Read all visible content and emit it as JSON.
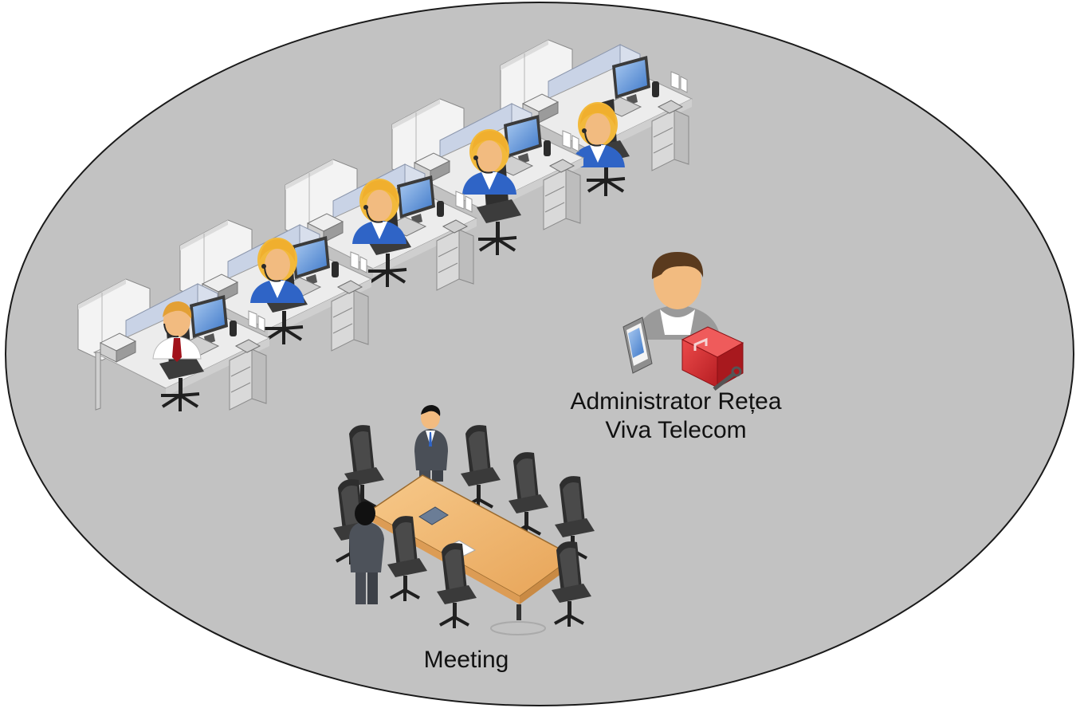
{
  "diagram": {
    "colors": {
      "zone_fill": "#c2c2c2",
      "zone_stroke": "#1a1a1a",
      "cubicle_panel": "#f2f2f2",
      "cubicle_partition": "#c9d3e6",
      "desk": "#e9e9e9",
      "agent_shirt_female": "#2f64c6",
      "agent_hair": "#f2b93b",
      "skin": "#f2bb80",
      "chair": "#3a3a3a",
      "monitor_screen": "#5c93d8",
      "table_top": "#f0b46c",
      "toolbox": "#d3262a",
      "suit": "#4a4f57"
    },
    "workstations": [
      {
        "agent": "male-agent-tie"
      },
      {
        "agent": "female-agent-headset"
      },
      {
        "agent": "female-agent-headset"
      },
      {
        "agent": "female-agent-headset"
      },
      {
        "agent": "female-agent-headset"
      }
    ],
    "admin": {
      "label_line1": "Administrator Rețea",
      "label_line2": "Viva Telecom",
      "icons": [
        "person-icon",
        "smartphone-icon",
        "toolbox-icon"
      ]
    },
    "meeting": {
      "label": "Meeting",
      "chair_count": 8,
      "people": [
        "standing-businessman-icon",
        "standing-businessman-icon"
      ]
    }
  }
}
